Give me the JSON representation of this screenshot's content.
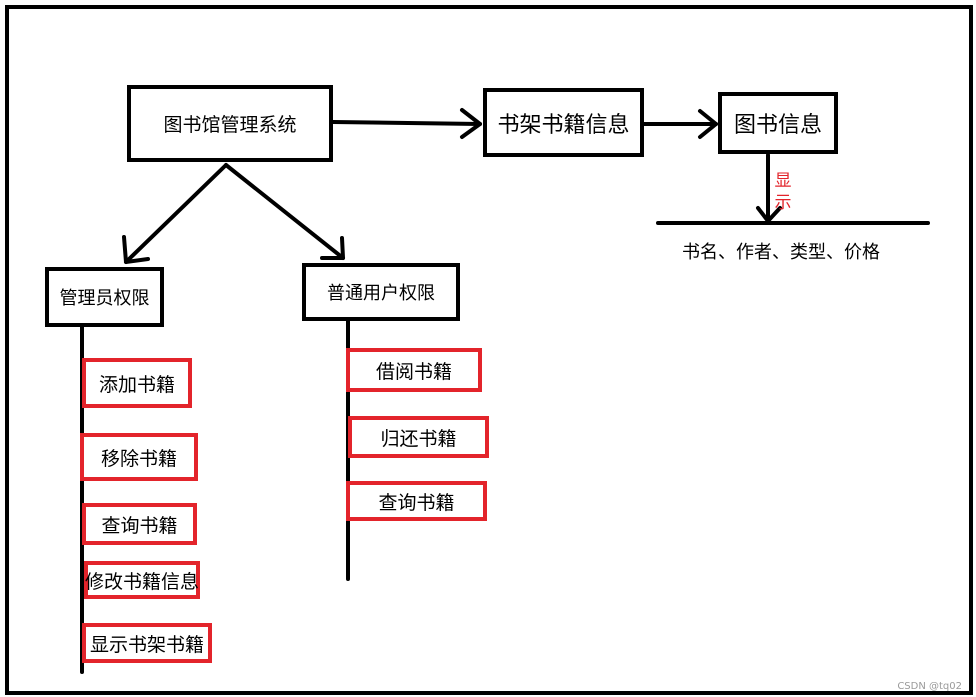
{
  "nodes": {
    "system": "图书馆管理系统",
    "shelf": "书架书籍信息",
    "book_info": "图书信息",
    "admin": "管理员权限",
    "user": "普通用户权限"
  },
  "edge_label_show": "显示",
  "book_fields": "书名、作者、类型、价格",
  "admin_actions": [
    "添加书籍",
    "移除书籍",
    "查询书籍",
    "修改书籍信息",
    "显示书架书籍"
  ],
  "user_actions": [
    "借阅书籍",
    "归还书籍",
    "查询书籍"
  ],
  "credit": "CSDN @tq02",
  "colors": {
    "line": "#000000",
    "highlight": "#e3242b"
  }
}
